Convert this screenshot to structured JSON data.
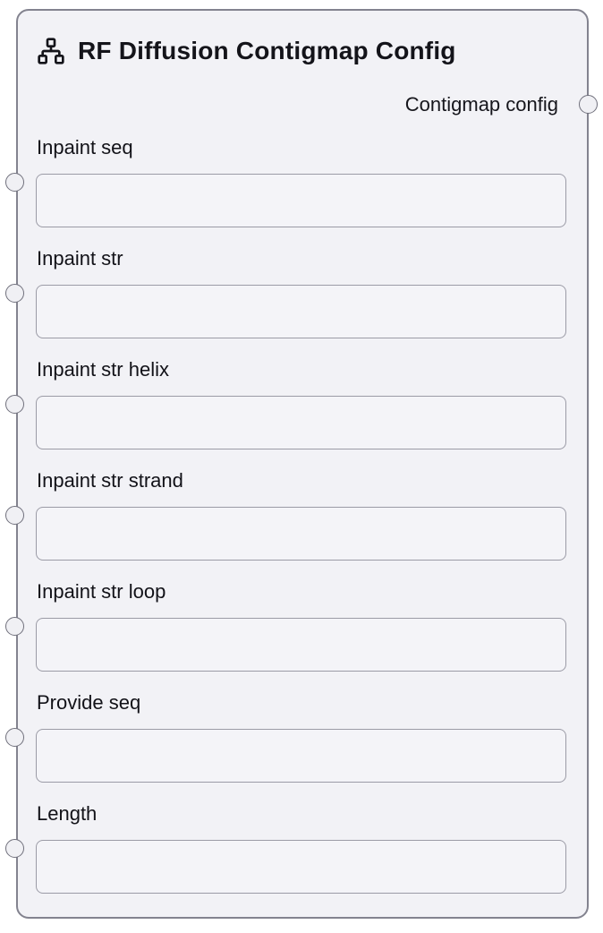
{
  "node": {
    "title": "RF Diffusion Contigmap Config",
    "icon": "network-icon",
    "output": {
      "label": "Contigmap config"
    },
    "fields": [
      {
        "label": "Inpaint seq",
        "value": "",
        "placeholder": ""
      },
      {
        "label": "Inpaint str",
        "value": "",
        "placeholder": ""
      },
      {
        "label": "Inpaint str helix",
        "value": "",
        "placeholder": ""
      },
      {
        "label": "Inpaint str strand",
        "value": "",
        "placeholder": ""
      },
      {
        "label": "Inpaint str loop",
        "value": "",
        "placeholder": ""
      },
      {
        "label": "Provide seq",
        "value": "",
        "placeholder": ""
      },
      {
        "label": "Length",
        "value": "",
        "placeholder": ""
      }
    ]
  }
}
